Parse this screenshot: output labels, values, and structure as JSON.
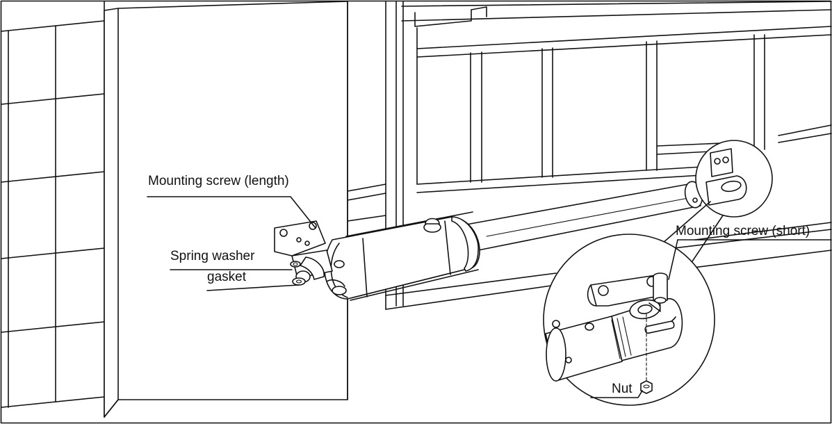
{
  "labels": {
    "mounting_screw_length": "Mounting screw (length)",
    "spring_washer": "Spring washer",
    "gasket": "gasket",
    "mounting_screw_short": "Mounting screw (short)",
    "nut": "Nut"
  },
  "colors": {
    "line": "#111111",
    "background": "#ffffff"
  }
}
